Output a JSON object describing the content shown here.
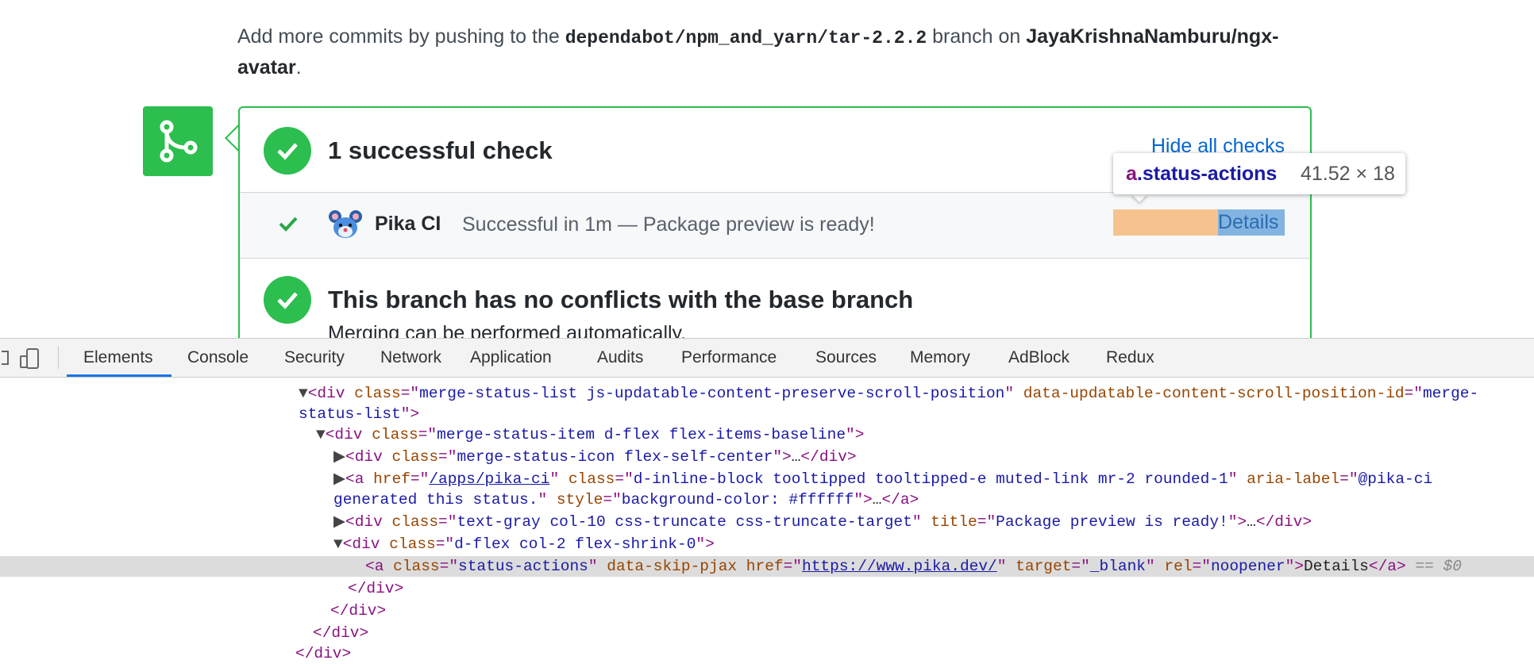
{
  "page": {
    "intro": {
      "before": "Add more commits by pushing to the ",
      "branch": "dependabot/npm_and_yarn/tar-2.2.2",
      "middle": " branch on ",
      "repo_line1": "JayaKrishnaNamburu/ngx-",
      "repo_line2": "avatar",
      "after": "."
    },
    "checks": {
      "title": "1 successful check",
      "hide_link": "Hide all checks",
      "item": {
        "name": "Pika CI",
        "status": "Successful in 1m — Package preview is ready!",
        "details": "Details"
      }
    },
    "conflicts": {
      "title": "This branch has no conflicts with the base branch",
      "subtitle": "Merging can be performed automatically."
    }
  },
  "inspector_tooltip": {
    "tag": "a",
    "class": ".status-actions",
    "dimensions": "41.52 × 18"
  },
  "devtools": {
    "tabs": [
      "Elements",
      "Console",
      "Security",
      "Network",
      "Application",
      "Audits",
      "Performance",
      "Sources",
      "Memory",
      "AdBlock",
      "Redux"
    ],
    "active_tab": "Elements",
    "dom": {
      "l1_tag": "div",
      "l1_class": "merge-status-list js-updatable-content-preserve-scroll-position",
      "l1_attr2": "data-updatable-content-scroll-position-id",
      "l1_val2_part1": "merge-",
      "l1_val2_part2": "status-list",
      "l2_class": "merge-status-item d-flex flex-items-baseline",
      "l3_class": "merge-status-icon flex-self-center",
      "l4_href": "/apps/pika-ci",
      "l4_class": "d-inline-block tooltipped tooltipped-e muted-link mr-2 rounded-1",
      "l4_aria": "@pika-ci",
      "l4_aria_cont": "generated this status.",
      "l4_style": "background-color: #ffffff",
      "l5_class": "text-gray col-10 css-truncate css-truncate-target",
      "l5_title": "Package preview is ready!",
      "l6_class": "d-flex col-2 flex-shrink-0",
      "l7_class": "status-actions",
      "l7_attr": "data-skip-pjax",
      "l7_href": "https://www.pika.dev/",
      "l7_target": "_blank",
      "l7_rel": "noopener",
      "l7_text": "Details",
      "selected_marker": "== $0"
    }
  },
  "colors": {
    "success_green": "#2cbe4e",
    "link_blue": "#0366d6",
    "devtools_accent": "#1a73e8"
  }
}
